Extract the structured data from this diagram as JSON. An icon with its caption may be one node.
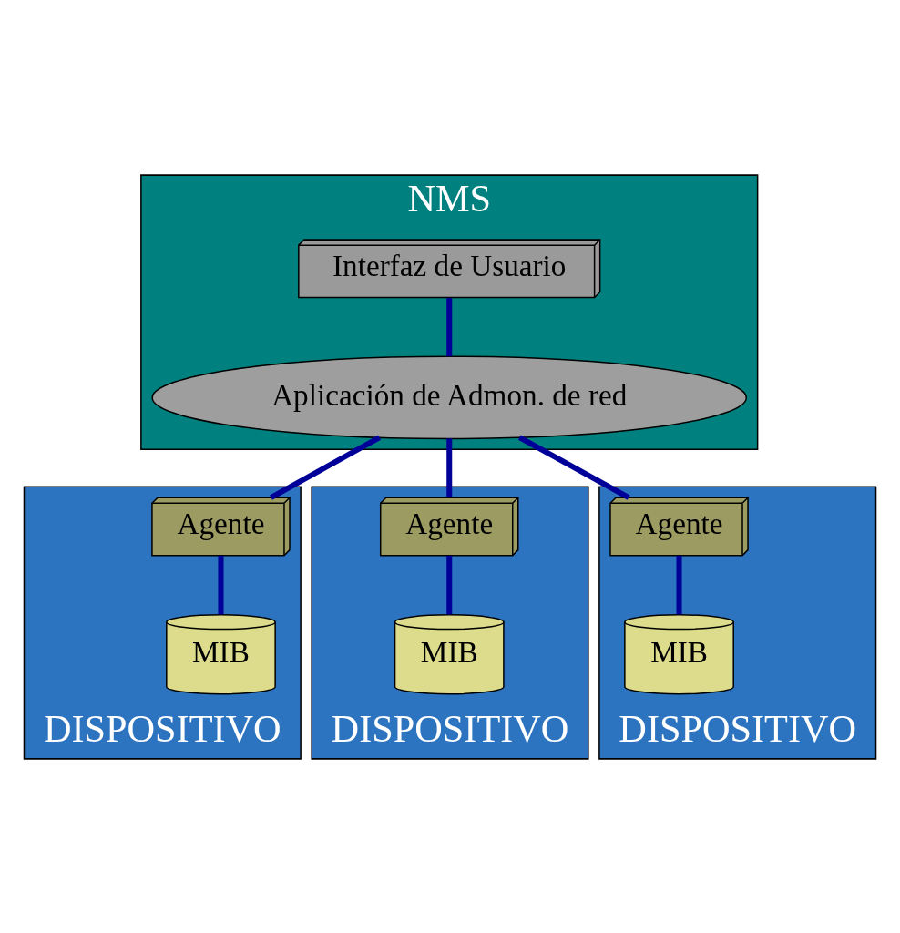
{
  "diagram": {
    "nodes": [
      {
        "text": [
          "NMS"
        ]
      },
      {
        "text": [
          "Interfaz de Usuario"
        ],
        "in": 0
      },
      {
        "text": [
          "Aplicación de Admon. de red"
        ],
        "in": 0
      },
      {
        "text": [
          "DISPOSITIVO"
        ]
      },
      {
        "text": [
          "Agente"
        ],
        "in": 3
      },
      {
        "text": [
          "MIB"
        ],
        "in": 3
      },
      {
        "text": [
          "DISPOSITIVO"
        ]
      },
      {
        "text": [
          "Agente"
        ],
        "in": 6
      },
      {
        "text": [
          "MIB"
        ],
        "in": 6
      },
      {
        "text": [
          "DISPOSITIVO"
        ]
      },
      {
        "text": [
          "Agente"
        ],
        "in": 9
      },
      {
        "text": [
          "MIB"
        ],
        "in": 9
      }
    ],
    "edges": [
      {
        "from": 1,
        "to": 2,
        "arrow": "none"
      },
      {
        "from": 2,
        "to": 4,
        "arrow": "none"
      },
      {
        "from": 2,
        "to": 7,
        "arrow": "none"
      },
      {
        "from": 2,
        "to": 10,
        "arrow": "none"
      },
      {
        "from": 4,
        "to": 5,
        "arrow": "none"
      },
      {
        "from": 7,
        "to": 8,
        "arrow": "none"
      },
      {
        "from": 10,
        "to": 11,
        "arrow": "none"
      }
    ]
  }
}
